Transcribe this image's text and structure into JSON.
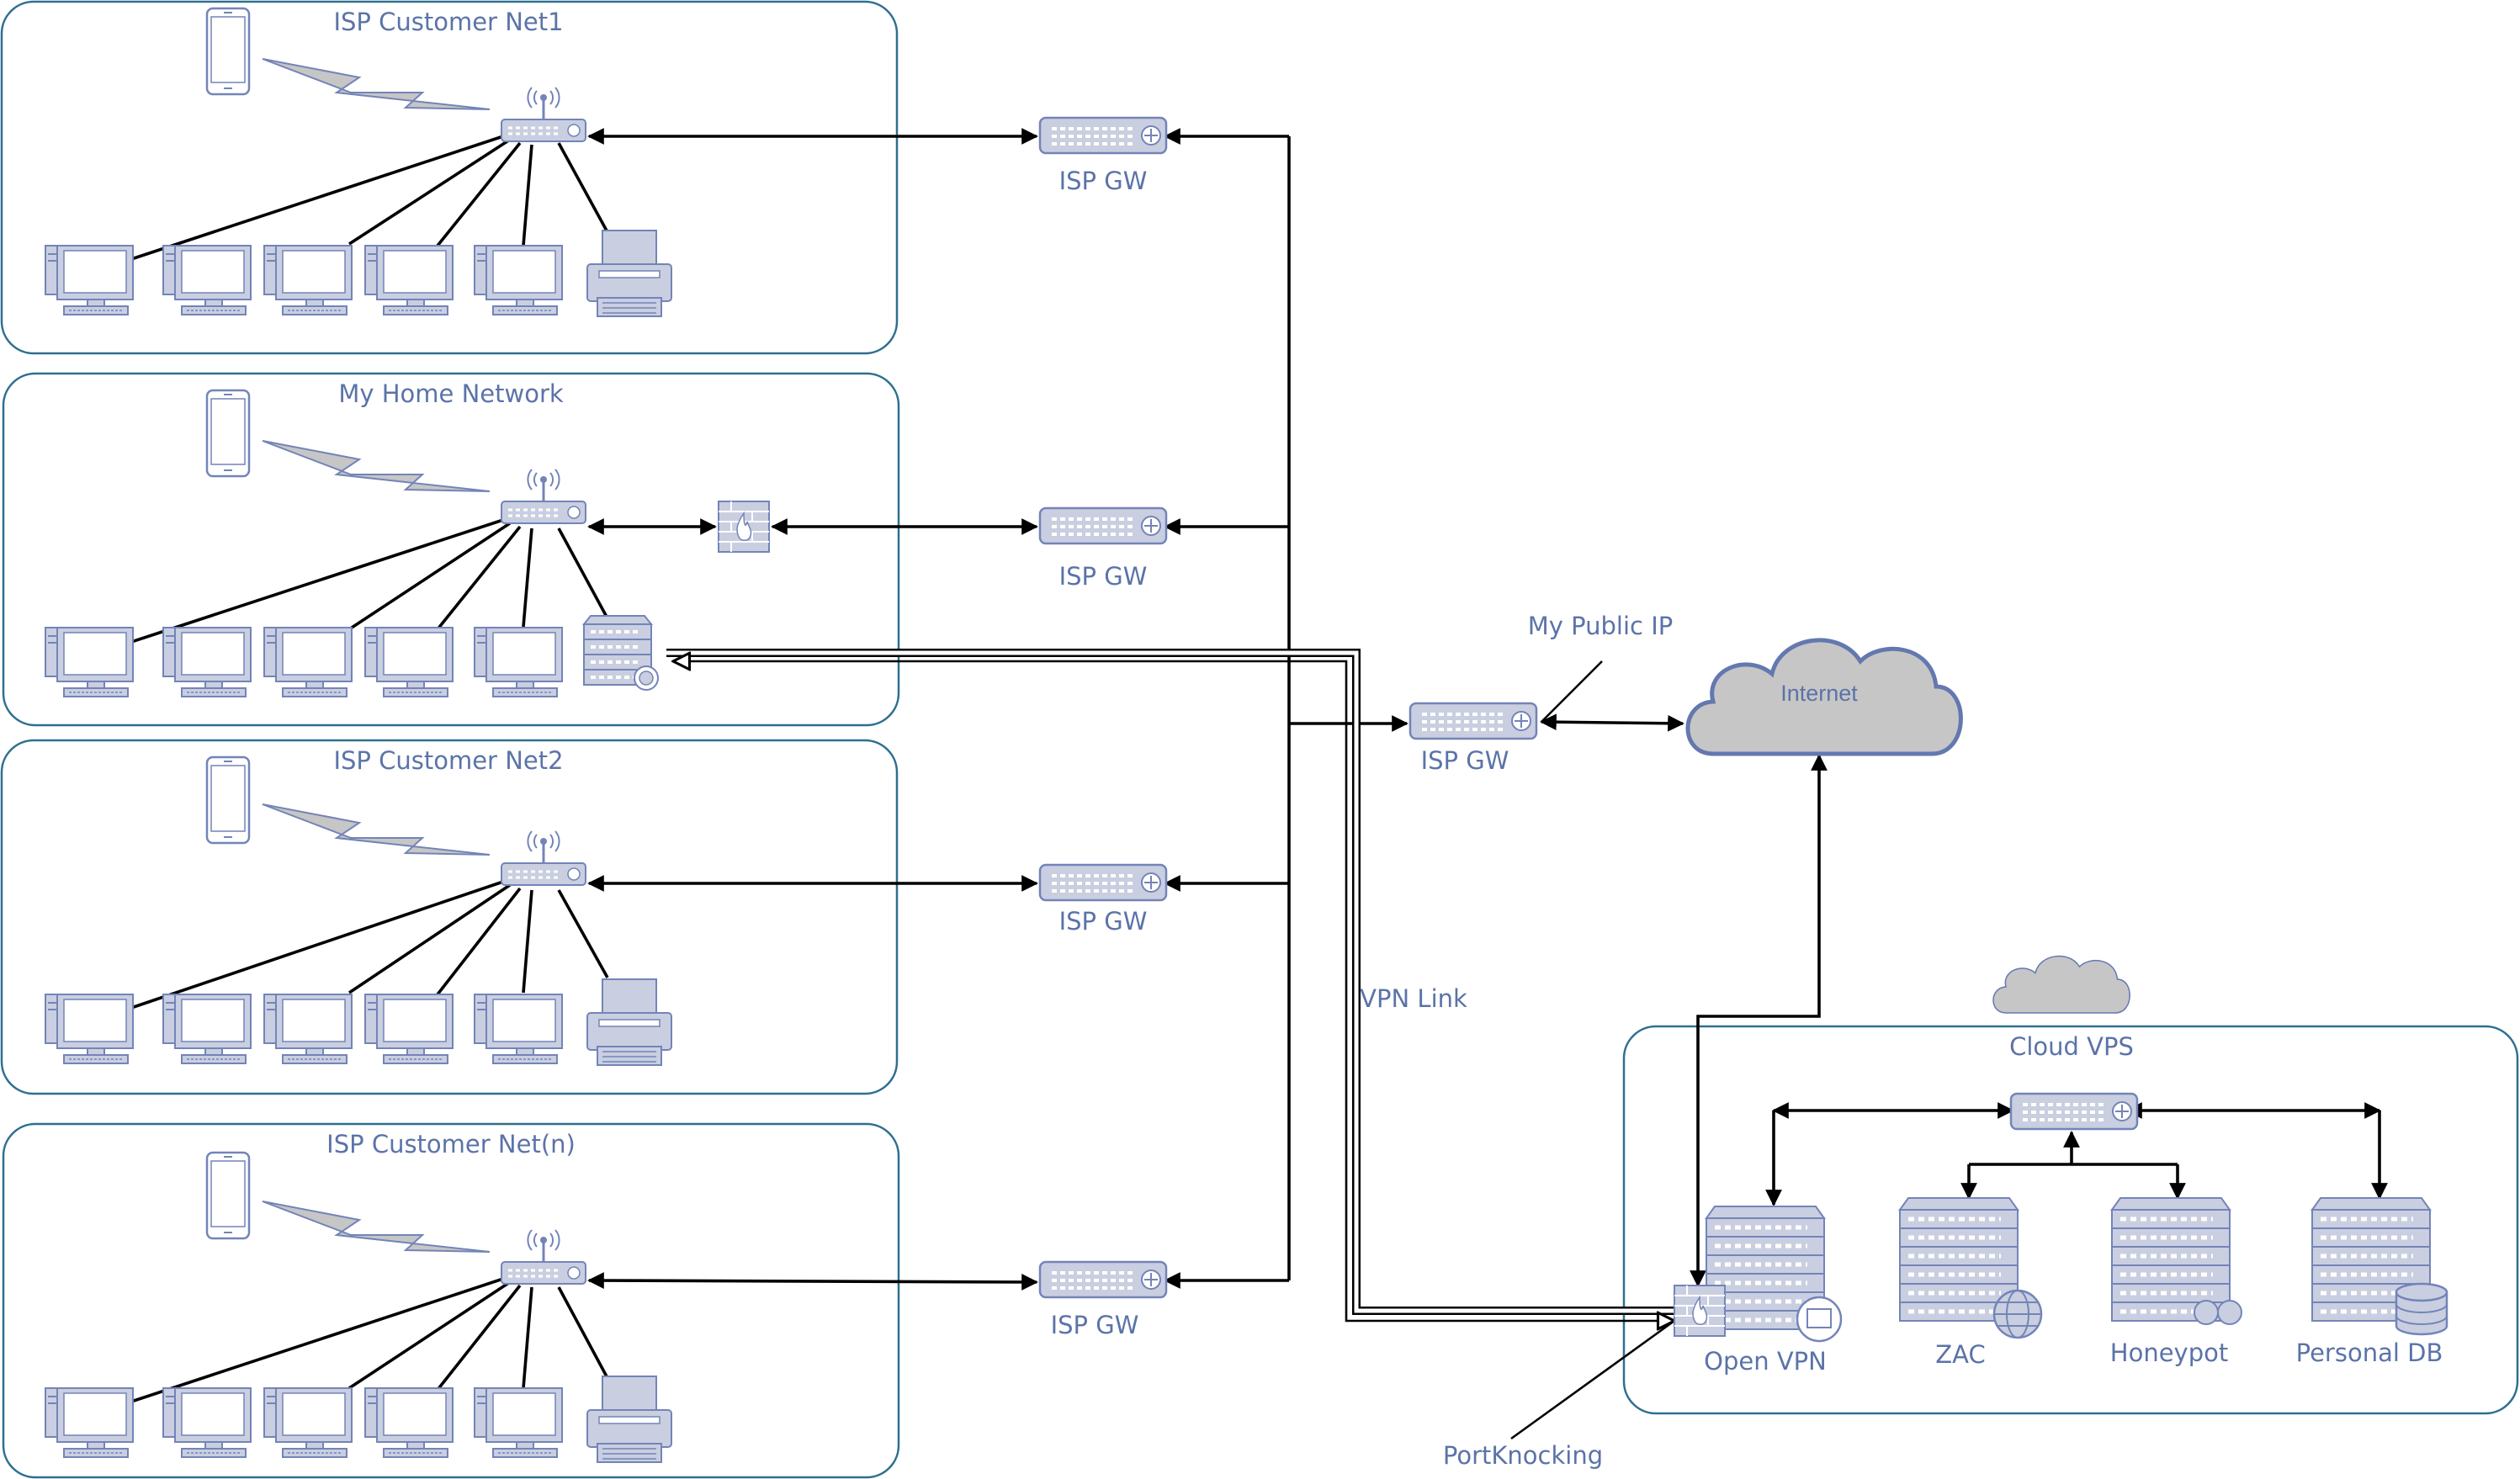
{
  "networks": [
    {
      "id": "net1",
      "title": "ISP Customer Net1",
      "gateway_label": "ISP GW"
    },
    {
      "id": "home",
      "title": "My Home Network",
      "gateway_label": "ISP GW"
    },
    {
      "id": "net2",
      "title": "ISP Customer Net2",
      "gateway_label": "ISP GW"
    },
    {
      "id": "netn",
      "title": "ISP Customer Net(n)",
      "gateway_label": "ISP GW"
    }
  ],
  "central": {
    "gateway_label": "ISP GW",
    "public_ip_label": "My Public IP"
  },
  "internet": {
    "label": "Internet"
  },
  "vpn_link_label": "VPN Link",
  "port_knocking_label": "PortKnocking",
  "cloud_vps": {
    "title": "Cloud VPS",
    "servers": [
      {
        "id": "openvpn",
        "label": "Open VPN"
      },
      {
        "id": "zac",
        "label": "ZAC"
      },
      {
        "id": "honeypot",
        "label": "Honeypot"
      },
      {
        "id": "personaldb",
        "label": "Personal DB"
      }
    ]
  },
  "colors": {
    "device_fill": "#c9cfe0",
    "device_stroke": "#7384b8",
    "zone_border": "#2f6f8f",
    "label": "#5b73a8",
    "cloud_fill": "#c6c6c6",
    "cloud_stroke": "#6478b0"
  }
}
